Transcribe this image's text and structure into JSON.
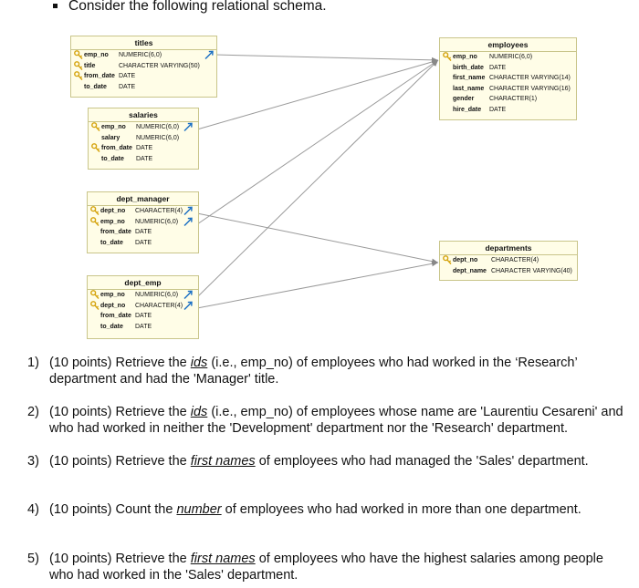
{
  "intro": {
    "text": "Consider the following relational schema."
  },
  "tables": {
    "titles": {
      "name": "titles",
      "cols": [
        {
          "name": "emp_no",
          "type": "NUMERIC(6,0)",
          "pk": true,
          "fk": true
        },
        {
          "name": "title",
          "type": "CHARACTER VARYING(50)",
          "pk": true,
          "fk": false
        },
        {
          "name": "from_date",
          "type": "DATE",
          "pk": true,
          "fk": false
        },
        {
          "name": "to_date",
          "type": "DATE",
          "pk": false,
          "fk": false
        }
      ]
    },
    "salaries": {
      "name": "salaries",
      "cols": [
        {
          "name": "emp_no",
          "type": "NUMERIC(6,0)",
          "pk": true,
          "fk": true
        },
        {
          "name": "salary",
          "type": "NUMERIC(6,0)",
          "pk": false,
          "fk": false
        },
        {
          "name": "from_date",
          "type": "DATE",
          "pk": true,
          "fk": false
        },
        {
          "name": "to_date",
          "type": "DATE",
          "pk": false,
          "fk": false
        }
      ]
    },
    "dept_manager": {
      "name": "dept_manager",
      "cols": [
        {
          "name": "dept_no",
          "type": "CHARACTER(4)",
          "pk": true,
          "fk": true
        },
        {
          "name": "emp_no",
          "type": "NUMERIC(6,0)",
          "pk": true,
          "fk": true
        },
        {
          "name": "from_date",
          "type": "DATE",
          "pk": false,
          "fk": false
        },
        {
          "name": "to_date",
          "type": "DATE",
          "pk": false,
          "fk": false
        }
      ]
    },
    "dept_emp": {
      "name": "dept_emp",
      "cols": [
        {
          "name": "emp_no",
          "type": "NUMERIC(6,0)",
          "pk": true,
          "fk": true
        },
        {
          "name": "dept_no",
          "type": "CHARACTER(4)",
          "pk": true,
          "fk": true
        },
        {
          "name": "from_date",
          "type": "DATE",
          "pk": false,
          "fk": false
        },
        {
          "name": "to_date",
          "type": "DATE",
          "pk": false,
          "fk": false
        }
      ]
    },
    "employees": {
      "name": "employees",
      "cols": [
        {
          "name": "emp_no",
          "type": "NUMERIC(6,0)",
          "pk": true,
          "fk": false
        },
        {
          "name": "birth_date",
          "type": "DATE",
          "pk": false,
          "fk": false
        },
        {
          "name": "first_name",
          "type": "CHARACTER VARYING(14)",
          "pk": false,
          "fk": false
        },
        {
          "name": "last_name",
          "type": "CHARACTER VARYING(16)",
          "pk": false,
          "fk": false
        },
        {
          "name": "gender",
          "type": "CHARACTER(1)",
          "pk": false,
          "fk": false
        },
        {
          "name": "hire_date",
          "type": "DATE",
          "pk": false,
          "fk": false
        }
      ]
    },
    "departments": {
      "name": "departments",
      "cols": [
        {
          "name": "dept_no",
          "type": "CHARACTER(4)",
          "pk": true,
          "fk": false
        },
        {
          "name": "dept_name",
          "type": "CHARACTER VARYING(40)",
          "pk": false,
          "fk": false
        }
      ]
    }
  },
  "questions": [
    {
      "num": "1)",
      "parts": [
        "(10 points) Retrieve the ",
        "ids",
        " (i.e., emp_no) of employees who had worked in the ‘Research’ department and had the 'Manager' title."
      ]
    },
    {
      "num": "2)",
      "parts": [
        "(10 points) Retrieve the ",
        "ids",
        " (i.e., emp_no) of employees whose name are 'Laurentiu Cesareni' and who had worked in neither the 'Development' department nor the 'Research' department."
      ]
    },
    {
      "num": "3)",
      "parts": [
        "(10 points) Retrieve the ",
        "first names",
        " of employees who had managed the 'Sales' department."
      ]
    },
    {
      "num": "4)",
      "parts": [
        "(10 points) Count the ",
        "number",
        " of employees who had worked in more than one department."
      ]
    },
    {
      "num": "5)",
      "parts": [
        "(10 points) Retrieve the ",
        "first names",
        " of employees who have the highest salaries among people who had worked in the 'Sales' department."
      ]
    }
  ]
}
